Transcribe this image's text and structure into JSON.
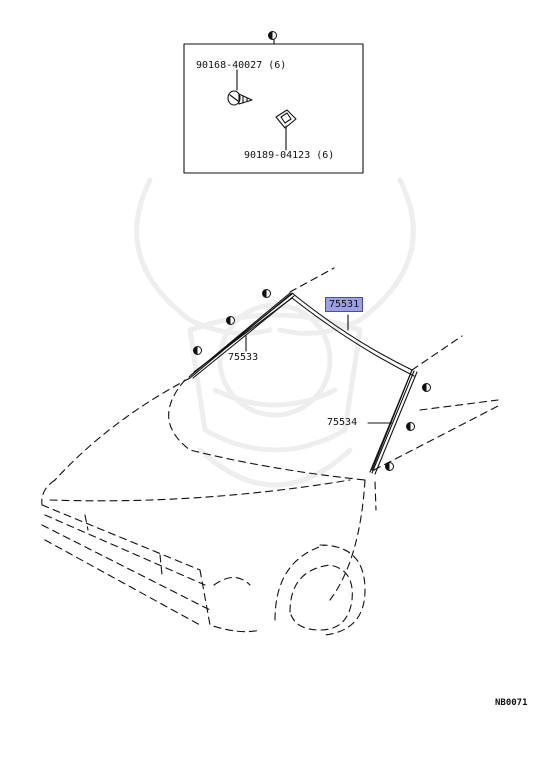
{
  "diagram_code": "NB0071",
  "parts": [
    {
      "id": "p1",
      "number": "90168-40027",
      "qty": "(6)"
    },
    {
      "id": "p2",
      "number": "90189-04123",
      "qty": "(6)"
    },
    {
      "id": "p3",
      "number": "75531",
      "highlighted": true
    },
    {
      "id": "p4",
      "number": "75533"
    },
    {
      "id": "p5",
      "number": "75534"
    }
  ]
}
